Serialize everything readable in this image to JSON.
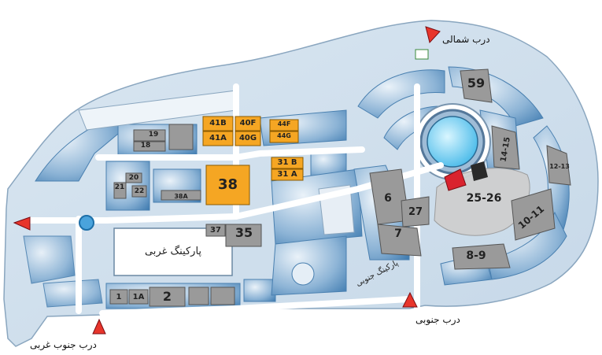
{
  "halls": {
    "h41B": "41B",
    "h40F": "40F",
    "h44F": "44F",
    "h44G": "44G",
    "h41A": "41A",
    "h40G": "40G",
    "h31B": "31 B",
    "h31A": "31 A",
    "h38": "38",
    "h38A": "38A",
    "h37": "37",
    "h35": "35",
    "h19": "19",
    "h18": "18",
    "h20": "20",
    "h21": "21",
    "h22": "22",
    "h1": "1",
    "h1A": "1A",
    "h2": "2",
    "h59": "59",
    "h14_15": "14-15",
    "h12_13": "12-13",
    "h25_26": "25-26",
    "h10_11": "10-11",
    "h8_9": "8-9",
    "h6": "6",
    "h7": "7",
    "h27": "27"
  },
  "labels": {
    "west_parking": "پارکینگ غربی",
    "south_parking": "پارکینگ جنوبی",
    "north_gate": "درب شمالی",
    "south_gate": "درب جنوبی",
    "southwest_gate": "درب جنوب غربی"
  },
  "colors": {
    "hall_orange": "#f5a623",
    "hall_gray": "#9a9a9a",
    "road": "#ffffff",
    "block_blue": "#5b93c4",
    "gate_marker": "#e8352b",
    "highlight_red": "#d9232e"
  }
}
